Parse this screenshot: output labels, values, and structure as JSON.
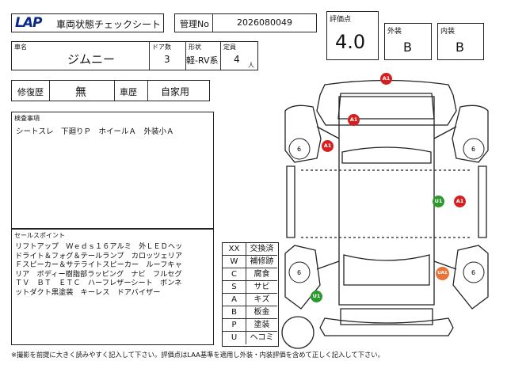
{
  "header": {
    "logo": "LAP",
    "title": "車両状態チェックシート",
    "mgmt_label": "管理No",
    "mgmt_value": "2026080049"
  },
  "grades": {
    "score_label": "評価点",
    "score_value": "4.0",
    "exterior_label": "外装",
    "exterior_value": "B",
    "interior_label": "内装",
    "interior_value": "B"
  },
  "vehicle": {
    "name_label": "車名",
    "name_value": "ジムニー",
    "doors_label": "ドア数",
    "doors_value": "3",
    "shape_label": "形状",
    "shape_value": "軽-RV系",
    "capacity_label": "定員",
    "capacity_value": "4",
    "capacity_unit": "人"
  },
  "history": {
    "repair_label": "修復歴",
    "repair_value": "無",
    "usage_label": "車歴",
    "usage_value": "自家用"
  },
  "inspection": {
    "label": "検査事項",
    "text": "シートスレ　下廻りＰ　ホイールＡ　外装小Ａ"
  },
  "sales": {
    "label": "セールスポイント",
    "lines": [
      "リフトアップ　Ｗｅｄｓ１６アルミ　外ＬＥＤヘッ",
      "ドライト＆フォグ＆テールランプ　カロッツェリア",
      "Ｆスピーカー＆サテライトスピーカー　ルーフキャ",
      "リア　ボディー樹脂部ラッピング　ナビ　フルセグ",
      "ＴＶ　ＢＴ　ＥＴＣ　ハーフレザーシート　ボンネ",
      "ットダクト黒塗装　キーレス　ドアバイザー"
    ]
  },
  "legend": [
    {
      "code": "XX",
      "text": "交換済"
    },
    {
      "code": "W",
      "text": "補修跡"
    },
    {
      "code": "C",
      "text": "腐食"
    },
    {
      "code": "S",
      "text": "サビ"
    },
    {
      "code": "A",
      "text": "キズ"
    },
    {
      "code": "B",
      "text": "板金"
    },
    {
      "code": "P",
      "text": "塗装"
    },
    {
      "code": "U",
      "text": "ヘコミ"
    }
  ],
  "diagram": {
    "wheels": [
      "6",
      "6",
      "6",
      "6"
    ],
    "markers": [
      {
        "label": "A1",
        "color": "#d42020"
      },
      {
        "label": "A1",
        "color": "#d42020"
      },
      {
        "label": "A1",
        "color": "#d42020"
      },
      {
        "label": "U1",
        "color": "#2a9a2a"
      },
      {
        "label": "A1",
        "color": "#d42020"
      },
      {
        "label": "UA1",
        "color": "#e8743a"
      },
      {
        "label": "U1",
        "color": "#2a9a2a"
      }
    ]
  },
  "footer": {
    "note": "※撮影を前提に大きく読みやすく記入して下さい。評価点はLAA基準を適用し外装・内装評価を含めて正しく記入して下さい。"
  }
}
